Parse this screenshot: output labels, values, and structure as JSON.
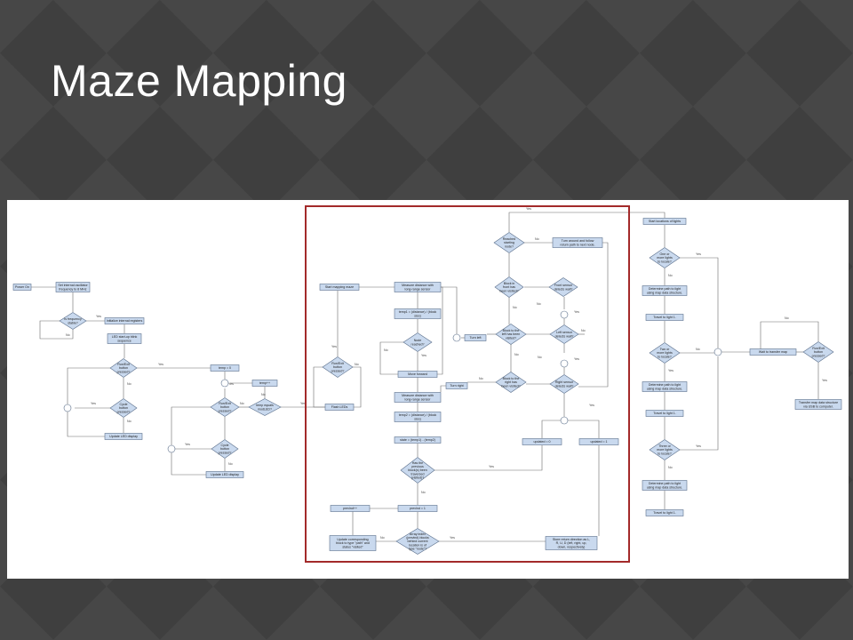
{
  "slide": {
    "title": "Maze Mapping"
  },
  "colors": {
    "background": "#3f3f3f",
    "node_fill": "#c9d9ee",
    "node_stroke": "#5a6e8a",
    "highlight": "#a32a2a"
  },
  "diagram": {
    "nodes": [
      {
        "id": "power_on",
        "shape": "box",
        "label": [
          "Power On"
        ]
      },
      {
        "id": "set_osc",
        "shape": "box",
        "label": [
          "Set internal oscillator",
          "frequency to 8 MHz"
        ]
      },
      {
        "id": "is_freq_stable",
        "shape": "diamond",
        "label": [
          "Is frequency",
          "stable?"
        ]
      },
      {
        "id": "init_regs",
        "shape": "box",
        "label": [
          "Initialize internal registers"
        ]
      },
      {
        "id": "led_blink",
        "shape": "box",
        "label": [
          "LED start-up blink",
          "sequence"
        ]
      },
      {
        "id": "runexit_1",
        "shape": "diamond",
        "label": [
          "Run/Exit",
          "button",
          "pressed?"
        ]
      },
      {
        "id": "cycle_1",
        "shape": "diamond",
        "label": [
          "Cycle",
          "button",
          "pressed?"
        ]
      },
      {
        "id": "update_led_1",
        "shape": "box",
        "label": [
          "Update LED display"
        ]
      },
      {
        "id": "temp_eq_0",
        "shape": "box",
        "label": [
          "temp = 0"
        ]
      },
      {
        "id": "runexit_2",
        "shape": "diamond",
        "label": [
          "Run/Exit",
          "button",
          "pressed?"
        ]
      },
      {
        "id": "temp_pp",
        "shape": "box",
        "label": [
          "temp++"
        ]
      },
      {
        "id": "temp_equals",
        "shape": "diamond",
        "label": [
          "temp equals",
          "modLED?"
        ]
      },
      {
        "id": "cycle_2",
        "shape": "diamond",
        "label": [
          "Cycle",
          "button",
          "pressed?"
        ]
      },
      {
        "id": "update_led_2",
        "shape": "box",
        "label": [
          "Update LED display"
        ]
      },
      {
        "id": "start_mapping",
        "shape": "box",
        "label": [
          "Start mapping maze"
        ]
      },
      {
        "id": "runexit_3",
        "shape": "diamond",
        "label": [
          "Run/Exit",
          "button",
          "pressed?"
        ]
      },
      {
        "id": "flash_leds",
        "shape": "box",
        "label": [
          "Flash LEDs"
        ]
      },
      {
        "id": "measure_1",
        "shape": "box",
        "label": [
          "Measure distance with",
          "long-range sensor"
        ]
      },
      {
        "id": "temp1",
        "shape": "box",
        "label": [
          "temp1 = (distance) / (block",
          "size)"
        ]
      },
      {
        "id": "node_reached",
        "shape": "diamond",
        "label": [
          "Node",
          "reached?"
        ]
      },
      {
        "id": "move_forward",
        "shape": "box",
        "label": [
          "Move forward"
        ]
      },
      {
        "id": "measure_2",
        "shape": "box",
        "label": [
          "Measure distance with",
          "long-range sensor"
        ]
      },
      {
        "id": "temp2",
        "shape": "box",
        "label": [
          "temp2 = (distance) / (block",
          "size)"
        ]
      },
      {
        "id": "state_eq",
        "shape": "box",
        "label": [
          "state = (temp1) - (temp2)"
        ]
      },
      {
        "id": "has_prev_blocks",
        "shape": "diamond",
        "label": [
          "Has the",
          "previous",
          "block(s) been",
          "traversed",
          "(visited)?"
        ]
      },
      {
        "id": "prevlnd_eq_1",
        "shape": "box",
        "label": [
          "prevlnd = 1"
        ]
      },
      {
        "id": "prevlnd_pp",
        "shape": "box",
        "label": [
          "prevlnd++"
        ]
      },
      {
        "id": "array_index",
        "shape": "diamond",
        "label": [
          "Array index",
          "(prevlnd) blocks",
          "behind current",
          "location is of",
          "type \"node\"?"
        ]
      },
      {
        "id": "update_block",
        "shape": "box",
        "label": [
          "Update corresponding",
          "block to type \"path\" and",
          "status \"visited\""
        ]
      },
      {
        "id": "store_return",
        "shape": "box",
        "label": [
          "Store return direction as L,",
          "R, U, D (left, right, up,",
          "down, respectively)"
        ]
      },
      {
        "id": "updated_0",
        "shape": "box",
        "label": [
          "updated = 0"
        ]
      },
      {
        "id": "updated_1",
        "shape": "box",
        "label": [
          "updated = 1"
        ]
      },
      {
        "id": "reached_start",
        "shape": "diamond",
        "label": [
          "Reached",
          "starting",
          "node?"
        ]
      },
      {
        "id": "turn_around",
        "shape": "box",
        "label": [
          "Turn around and follow",
          "return path to next node."
        ]
      },
      {
        "id": "block_front",
        "shape": "diamond",
        "label": [
          "Block in",
          "front has",
          "been visited?"
        ]
      },
      {
        "id": "front_sensor",
        "shape": "diamond",
        "label": [
          "Front sensor",
          "detects wall?"
        ]
      },
      {
        "id": "block_left",
        "shape": "diamond",
        "label": [
          "Block to the",
          "left has been",
          "visited?"
        ]
      },
      {
        "id": "left_sensor",
        "shape": "diamond",
        "label": [
          "Left sensor",
          "detects wall?"
        ]
      },
      {
        "id": "turn_left",
        "shape": "box",
        "label": [
          "Turn left"
        ]
      },
      {
        "id": "block_right",
        "shape": "diamond",
        "label": [
          "Block to the",
          "right has",
          "been visited?"
        ]
      },
      {
        "id": "right_sensor",
        "shape": "diamond",
        "label": [
          "Right sensor",
          "detects wall?"
        ]
      },
      {
        "id": "turn_right",
        "shape": "box",
        "label": [
          "Turn right"
        ]
      },
      {
        "id": "start_locations",
        "shape": "box",
        "label": [
          "Start locations of lights"
        ]
      },
      {
        "id": "one_light",
        "shape": "diamond",
        "label": [
          "One or",
          "more lights",
          "to locate?"
        ]
      },
      {
        "id": "det_path_1",
        "shape": "box",
        "label": [
          "Determine path to light",
          "using map data structure."
        ]
      },
      {
        "id": "travel_1a",
        "shape": "box",
        "label": [
          "Travel to light 1."
        ]
      },
      {
        "id": "two_light",
        "shape": "diamond",
        "label": [
          "Two or",
          "more lights",
          "to locate?"
        ]
      },
      {
        "id": "det_path_2",
        "shape": "box",
        "label": [
          "Determine path to light",
          "using map data structure."
        ]
      },
      {
        "id": "travel_1b",
        "shape": "box",
        "label": [
          "Travel to light 1."
        ]
      },
      {
        "id": "three_light",
        "shape": "diamond",
        "label": [
          "Three or",
          "more lights",
          "to locate?"
        ]
      },
      {
        "id": "det_path_3",
        "shape": "box",
        "label": [
          "Determine path to light",
          "using map data structure."
        ]
      },
      {
        "id": "travel_1c",
        "shape": "box",
        "label": [
          "Travel to light 1."
        ]
      },
      {
        "id": "wait_transfer",
        "shape": "box",
        "label": [
          "Wait to transfer map"
        ]
      },
      {
        "id": "runexit_4",
        "shape": "diamond",
        "label": [
          "Run/Exit",
          "button",
          "pressed?"
        ]
      },
      {
        "id": "transfer_usb",
        "shape": "box",
        "label": [
          "Transfer map data structure",
          "via USB to computer."
        ]
      }
    ],
    "edge_labels": [
      {
        "id": "yes_freq",
        "text": "Yes"
      },
      {
        "id": "no_freq",
        "text": "No"
      },
      {
        "id": "yes_run1",
        "text": "Yes"
      },
      {
        "id": "no_run1",
        "text": "No"
      },
      {
        "id": "yes_cyc1",
        "text": "Yes"
      },
      {
        "id": "no_cyc1",
        "text": "No"
      },
      {
        "id": "yes_run2",
        "text": "Yes"
      },
      {
        "id": "no_run2",
        "text": "No"
      },
      {
        "id": "no_tmp",
        "text": "No"
      },
      {
        "id": "yes_tmp",
        "text": "Yes"
      },
      {
        "id": "yes_cyc2",
        "text": "Yes"
      },
      {
        "id": "no_cyc2",
        "text": "No"
      },
      {
        "id": "yes_run3",
        "text": "Yes"
      },
      {
        "id": "no_run3",
        "text": "No"
      },
      {
        "id": "yes_node",
        "text": "Yes"
      },
      {
        "id": "no_node",
        "text": "No"
      },
      {
        "id": "yes_prev",
        "text": "Yes"
      },
      {
        "id": "no_prev",
        "text": "No"
      },
      {
        "id": "no_arr",
        "text": "No"
      },
      {
        "id": "yes_arr",
        "text": "Yes"
      },
      {
        "id": "yes_top",
        "text": "Yes"
      },
      {
        "id": "no_reach",
        "text": "No"
      },
      {
        "id": "no_front",
        "text": "No"
      },
      {
        "id": "yes_fs",
        "text": "Yes"
      },
      {
        "id": "no_fs",
        "text": "No"
      },
      {
        "id": "yes_ls",
        "text": "Yes"
      },
      {
        "id": "no_ls",
        "text": "No"
      },
      {
        "id": "no_left",
        "text": "No"
      },
      {
        "id": "yes_rs",
        "text": "Yes"
      },
      {
        "id": "no_rs",
        "text": "No"
      },
      {
        "id": "no_right",
        "text": "No"
      },
      {
        "id": "yes_one",
        "text": "Yes"
      },
      {
        "id": "no_one",
        "text": "No"
      },
      {
        "id": "yes_two",
        "text": "Yes"
      },
      {
        "id": "no_two",
        "text": "No"
      },
      {
        "id": "yes_three",
        "text": "Yes"
      },
      {
        "id": "no_three",
        "text": "No"
      },
      {
        "id": "no_run4",
        "text": "No"
      },
      {
        "id": "yes_run4",
        "text": "Yes"
      }
    ]
  }
}
